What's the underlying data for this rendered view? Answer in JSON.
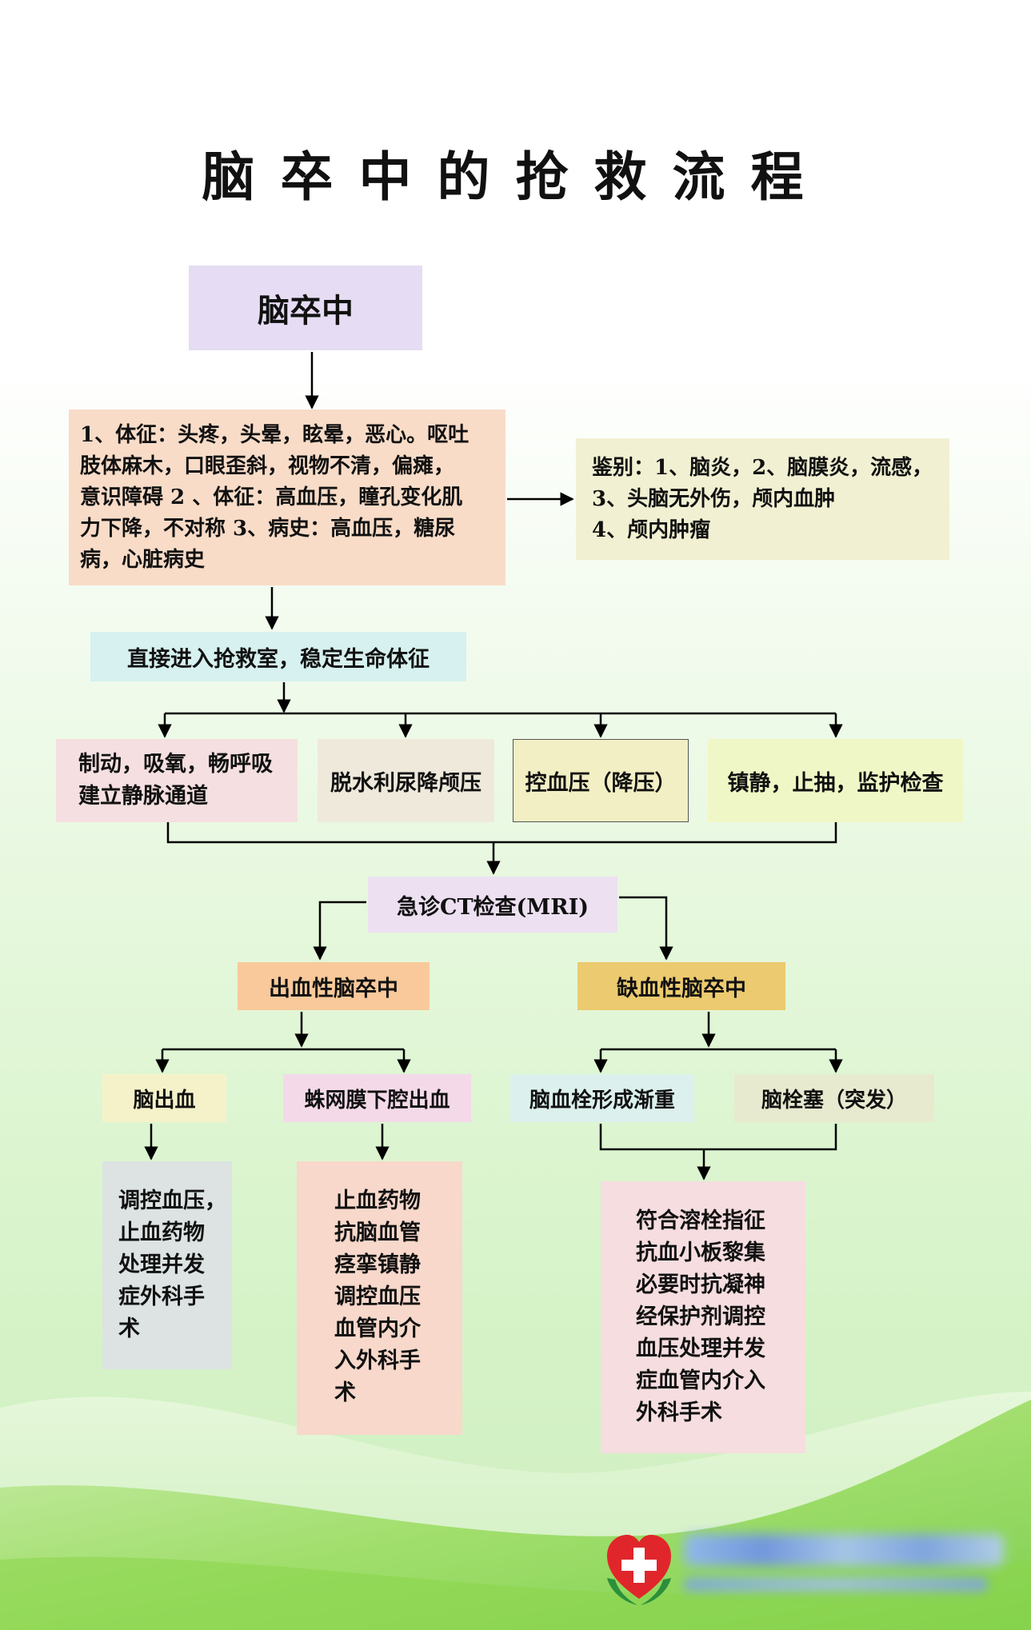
{
  "title": "脑卒中的抢救流程",
  "stroke_label": "脑卒中",
  "symptoms_text": "1、体征：头疼，头晕，眩晕，恶心。呕吐\n肢体麻木，口眼歪斜，视物不清，偏瘫，\n意识障碍 2 、体征：高血压，瞳孔变化肌\n力下降，不对称 3、病史：高血压，糖尿\n病，心脏病史",
  "differential_text": "鉴别：1、脑炎，2、脑膜炎，流感，\n3、头脑无外伤，颅内血肿\n4、颅内肿瘤",
  "emergency_room_text": "直接进入抢救室，稳定生命体征",
  "measures": {
    "immobilize_text": "制动，吸氧，畅呼吸\n建立静脉通道",
    "dehydration_text": "脱水利尿降颅压",
    "bp_control_text": "控血压（降压）",
    "sedation_text": "镇静，止抽，监护检查"
  },
  "ct_text": "急诊CT检查(MRI)",
  "hemorrhagic_label": "出血性脑卒中",
  "ischemic_label": "缺血性脑卒中",
  "ich_label": "脑出血",
  "sah_label": "蛛网膜下腔出血",
  "thrombosis_label": "脑血栓形成渐重",
  "embolism_label": "脑栓塞（突发）",
  "ich_treatment_text": "调控血压，\n止血药物\n处理并发\n症外科手\n术",
  "sah_treatment_text": "止血药物\n抗脑血管\n痉挛镇静\n调控血压\n血管内介\n入外科手\n术",
  "ischemic_treatment_text": "符合溶栓指征\n抗血小板黎集\n必要时抗凝神\n经保护剂调控\n血压处理并发\n症血管内介入\n外科手术",
  "colors": {
    "lavender": "#e6dcf3",
    "peach": "#f8dcc8",
    "cream": "#f1f0d2",
    "aqua": "#d6f1ef",
    "pink": "#f5dfe0",
    "beige": "#efe9dc",
    "yellow": "#f3efc4",
    "lime": "#f0f7c6",
    "orange": "#f9c99b",
    "gold": "#ecca6f",
    "light_yellow": "#f5f2c9",
    "light_pink": "#f4d9e9",
    "light_aqua": "#dcf1ee",
    "khaki": "#e8ead0",
    "gray_blue": "#dce3e2",
    "salmon": "#f7d8ca",
    "rose": "#f5dde0"
  },
  "logo": "red-cross-hands-logo"
}
